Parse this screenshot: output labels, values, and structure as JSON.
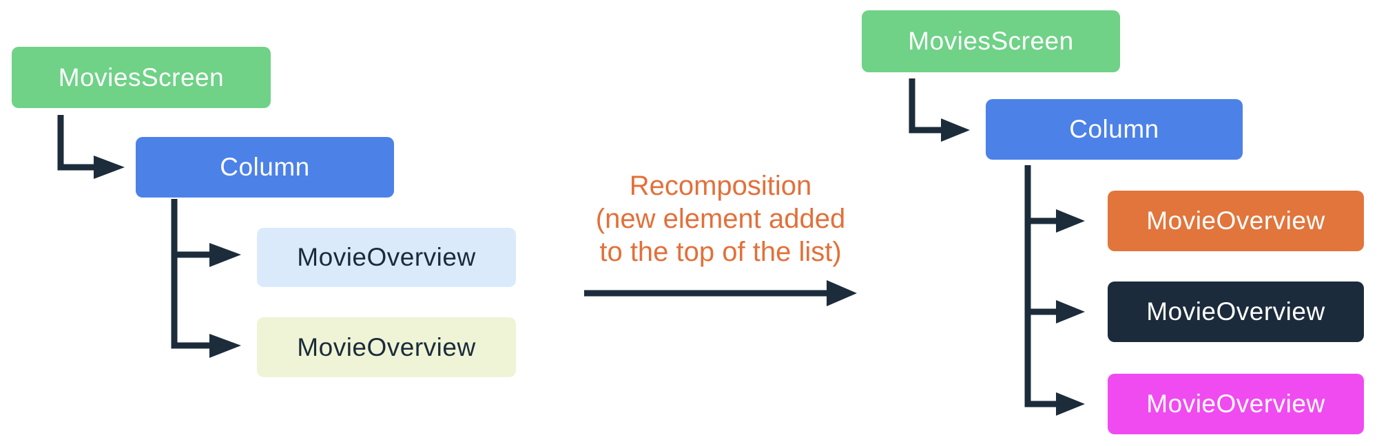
{
  "diagram": {
    "description_colors": {
      "connector": "#1C2C3B",
      "background": "#FFFFFF",
      "green": "#6FD287",
      "blue": "#4C81E8",
      "light_blue": "#DAEAFB",
      "pale_yellow": "#EEF4D5",
      "orange": "#E1753C",
      "navy": "#1B2B3B",
      "magenta": "#F04BF0"
    },
    "annotation": {
      "color": "#E2703A",
      "lines": {
        "0": "Recomposition",
        "1": "(new element added",
        "2": "to the top of the list)"
      }
    },
    "left_tree": {
      "nodes": {
        "movies_screen": {
          "label": "MoviesScreen",
          "bg": "#6FD287",
          "fg": "#FFFFFF"
        },
        "column": {
          "label": "Column",
          "bg": "#4C81E8",
          "fg": "#FFFFFF"
        },
        "movie_overview_1": {
          "label": "MovieOverview",
          "bg": "#DAEAFB",
          "fg": "#1B2B3B"
        },
        "movie_overview_2": {
          "label": "MovieOverview",
          "bg": "#EEF4D5",
          "fg": "#1B2B3B"
        }
      }
    },
    "right_tree": {
      "nodes": {
        "movies_screen": {
          "label": "MoviesScreen",
          "bg": "#6FD287",
          "fg": "#FFFFFF"
        },
        "column": {
          "label": "Column",
          "bg": "#4C81E8",
          "fg": "#FFFFFF"
        },
        "movie_overview_1": {
          "label": "MovieOverview",
          "bg": "#E1753C",
          "fg": "#FFFFFF"
        },
        "movie_overview_2": {
          "label": "MovieOverview",
          "bg": "#1B2B3B",
          "fg": "#FFFFFF"
        },
        "movie_overview_3": {
          "label": "MovieOverview",
          "bg": "#F04BF0",
          "fg": "#FFFFFF"
        }
      }
    }
  }
}
